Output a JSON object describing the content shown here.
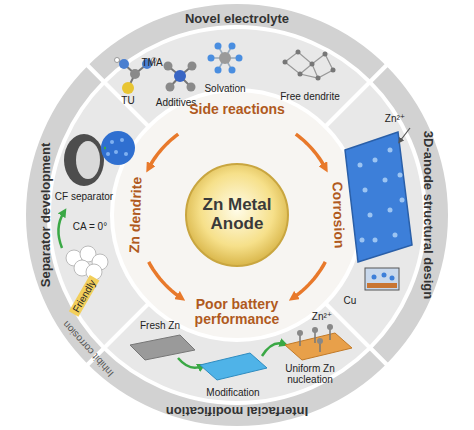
{
  "diagram": {
    "nodes": [
      {
        "text": [
          "Novel electrolyte"
        ]
      },
      {
        "text": [
          "3D-anode structural design"
        ]
      },
      {
        "text": [
          "Interfacial modification"
        ]
      },
      {
        "text": [
          "Separator development"
        ]
      },
      {
        "text": [
          "Zn Metal Anode"
        ]
      }
    ],
    "labels": [
      "TU",
      "TMA",
      "Additives",
      "Solvation",
      "Free dendrite",
      "Side reactions",
      "Zn dendrite",
      "Corrosion",
      "Zn²⁺",
      "Cu",
      "CF separator",
      "CA = 0°",
      "Friendly",
      "Poor battery performance",
      "Inhibit corrosion",
      "Fresh Zn",
      "Modification",
      "Zn²⁺",
      "Uniform Zn nucleation"
    ]
  }
}
